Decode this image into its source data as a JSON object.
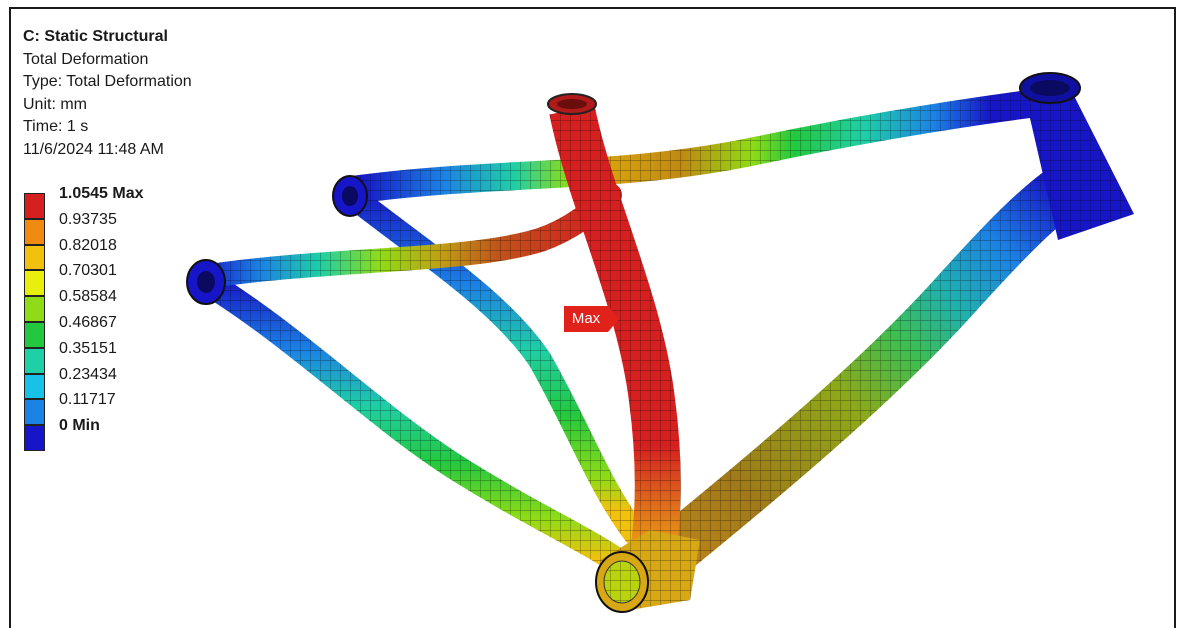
{
  "header": {
    "title": "C: Static Structural",
    "result": "Total Deformation",
    "type": "Type: Total Deformation",
    "unit": "Unit: mm",
    "time": "Time: 1 s",
    "timestamp": "11/6/2024 11:48 AM"
  },
  "legend": {
    "bands": [
      {
        "label": "1.0545 Max",
        "color": "#d61f1f"
      },
      {
        "label": "0.93735",
        "color": "#f08a10"
      },
      {
        "label": "0.82018",
        "color": "#f2c10e"
      },
      {
        "label": "0.70301",
        "color": "#e8ef0c"
      },
      {
        "label": "0.58584",
        "color": "#8fdc16"
      },
      {
        "label": "0.46867",
        "color": "#22c93e"
      },
      {
        "label": "0.35151",
        "color": "#1fcfa6"
      },
      {
        "label": "0.23434",
        "color": "#18c1e6"
      },
      {
        "label": "0.11717",
        "color": "#1b82e6"
      },
      {
        "label": "0 Min",
        "color": "#1616c8"
      }
    ]
  },
  "probe": {
    "max_label": "Max"
  }
}
